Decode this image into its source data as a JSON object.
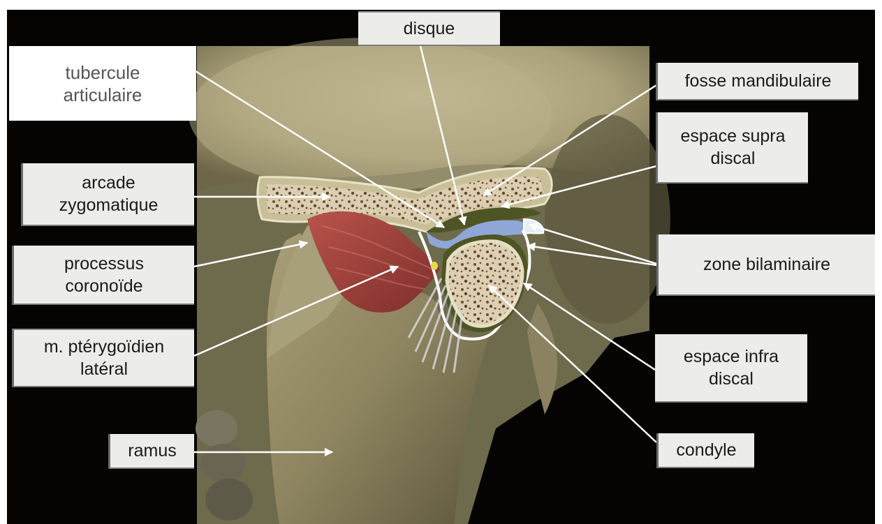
{
  "labels": {
    "disque": "disque",
    "tubercule": "tubercule\narticulaire",
    "fosse": "fosse mandibulaire",
    "supra": "espace supra\ndiscal",
    "arcade": "arcade\nzygomatique",
    "coronoide": "processus\ncoronoïde",
    "bilaminaire": "zone bilaminaire",
    "pterygoidien": "m. ptérygoïdien\nlatéral",
    "infra": "espace infra\ndiscal",
    "ramus": "ramus",
    "condyle": "condyle"
  },
  "colors": {
    "background": "#050403",
    "bone": "#c9c09a",
    "cancellous": "#d8ccb0",
    "muscle": "#a0413c",
    "disc": "#8fa7d6",
    "synovial": "#4f5424",
    "label_bg": "#ececea",
    "leader": "#ffffff"
  }
}
